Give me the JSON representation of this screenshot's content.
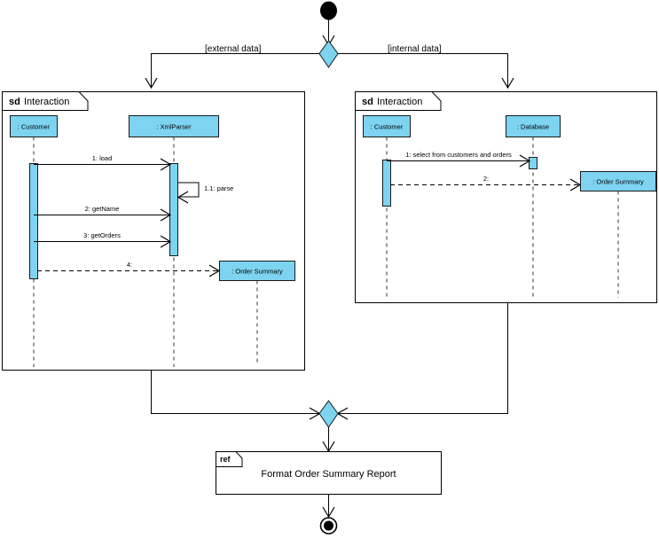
{
  "diagram": {
    "type": "uml-interaction-overview-diagram",
    "colors": {
      "node_fill": "#7dd3f0",
      "node_stroke": "#1a1a1a",
      "line": "#000000",
      "background": "#ffffff",
      "diamond_fill": "#7dd3f0"
    },
    "initial_node": {
      "name": "initial-node"
    },
    "final_node": {
      "name": "activity-final-node"
    },
    "decision": {
      "name": "decision-node",
      "guards": {
        "left": "[external data]",
        "right": "[internal data]"
      }
    },
    "merge": {
      "name": "merge-node"
    },
    "frames": [
      {
        "id": "left",
        "keyword": "sd",
        "name": "Interaction",
        "lifelines": [
          {
            "id": "customer",
            "label": ": Customer"
          },
          {
            "id": "xmlparser",
            "label": ": XmlParser"
          },
          {
            "id": "ordersummary",
            "label": ": Order Summary"
          }
        ],
        "messages": [
          {
            "id": "m1",
            "label": "1: load",
            "kind": "call",
            "from": "customer",
            "to": "xmlparser"
          },
          {
            "id": "m11",
            "label": "1.1: parse",
            "kind": "self-call",
            "from": "xmlparser",
            "to": "xmlparser"
          },
          {
            "id": "m2",
            "label": "2: getName",
            "kind": "call",
            "from": "customer",
            "to": "xmlparser"
          },
          {
            "id": "m3",
            "label": "3: getOrders",
            "kind": "call",
            "from": "customer",
            "to": "xmlparser"
          },
          {
            "id": "m4",
            "label": "4:",
            "kind": "return",
            "from": "customer",
            "to": "ordersummary"
          }
        ]
      },
      {
        "id": "right",
        "keyword": "sd",
        "name": "Interaction",
        "lifelines": [
          {
            "id": "customer",
            "label": ": Customer"
          },
          {
            "id": "database",
            "label": ": Database"
          },
          {
            "id": "ordersummary",
            "label": ": Order Summary"
          }
        ],
        "messages": [
          {
            "id": "m1",
            "label": "1: select from customers and orders",
            "kind": "call",
            "from": "customer",
            "to": "database"
          },
          {
            "id": "m2",
            "label": "2:",
            "kind": "return",
            "from": "customer",
            "to": "ordersummary"
          }
        ]
      }
    ],
    "ref_frame": {
      "keyword": "ref",
      "title": "Format Order Summary Report"
    }
  }
}
